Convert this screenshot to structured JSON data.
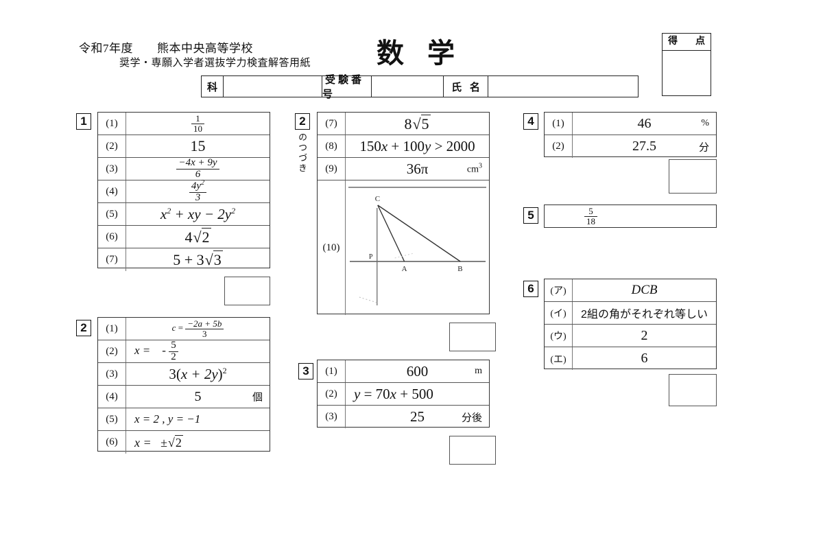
{
  "header": {
    "year_school_line": "令和7年度　　熊本中央高等学校",
    "exam_line": "奨学・専願入学者選抜学力検査解答用紙",
    "subject": "数 学",
    "score_label": "得　点",
    "fields": [
      {
        "caption": "科",
        "value": ""
      },
      {
        "caption": "受験番号",
        "value": ""
      },
      {
        "caption": "氏 名",
        "value": ""
      }
    ]
  },
  "blocks": {
    "b1": {
      "number": "1",
      "rows": [
        {
          "key": "(1)",
          "answer": "1/10",
          "unit": ""
        },
        {
          "key": "(2)",
          "answer": "15",
          "unit": ""
        },
        {
          "key": "(3)",
          "answer": "(-4x + 9y)/6",
          "unit": ""
        },
        {
          "key": "(4)",
          "answer": "4y²/3",
          "unit": ""
        },
        {
          "key": "(5)",
          "answer": "x² + xy − 2y²",
          "unit": ""
        },
        {
          "key": "(6)",
          "answer": "4√2",
          "unit": ""
        },
        {
          "key": "(7)",
          "answer": "5 + 3√3",
          "unit": ""
        }
      ]
    },
    "b2": {
      "number": "2",
      "rows": [
        {
          "key": "(1)",
          "answer": "c = (−2a + 5b)/3",
          "unit": ""
        },
        {
          "key": "(2)",
          "answer": "x =  - 5/2",
          "unit": ""
        },
        {
          "key": "(3)",
          "answer": "3(x + 2y)²",
          "unit": ""
        },
        {
          "key": "(4)",
          "answer": "5",
          "unit": "個"
        },
        {
          "key": "(5)",
          "answer": "x = 2      , y = −1",
          "unit": ""
        },
        {
          "key": "(6)",
          "answer": "x =  ±√2",
          "unit": ""
        }
      ]
    },
    "b2cont": {
      "number": "2",
      "vertical_label": "のつづき",
      "rows": [
        {
          "key": "(7)",
          "answer": "8√5",
          "unit": ""
        },
        {
          "key": "(8)",
          "answer": "150x + 100y > 2000",
          "unit": ""
        },
        {
          "key": "(9)",
          "answer": "36π",
          "unit": "cm³"
        },
        {
          "key": "(10)",
          "answer": "",
          "unit": ""
        }
      ],
      "figure": {
        "points": [
          "C",
          "P",
          "A",
          "B"
        ],
        "description": "triangle-construction-figure"
      }
    },
    "b3": {
      "number": "3",
      "rows": [
        {
          "key": "(1)",
          "answer": "600",
          "unit": "m"
        },
        {
          "key": "(2)",
          "answer": "y = 70x + 500",
          "unit": ""
        },
        {
          "key": "(3)",
          "answer": "25",
          "unit": "分後"
        }
      ]
    },
    "b4": {
      "number": "4",
      "rows": [
        {
          "key": "(1)",
          "answer": "46",
          "unit": "%"
        },
        {
          "key": "(2)",
          "answer": "27.5",
          "unit": "分"
        }
      ]
    },
    "b5": {
      "number": "5",
      "rows": [
        {
          "key": "",
          "answer": "5/18",
          "unit": ""
        }
      ]
    },
    "b6": {
      "number": "6",
      "rows": [
        {
          "key": "(ア)",
          "answer": "DCB",
          "unit": ""
        },
        {
          "key": "(イ)",
          "answer": "2組の角がそれぞれ等しい",
          "unit": ""
        },
        {
          "key": "(ウ)",
          "answer": "2",
          "unit": ""
        },
        {
          "key": "(エ)",
          "answer": "6",
          "unit": ""
        }
      ]
    }
  },
  "score_boxes": [
    {
      "name": "score-box-1",
      "value": ""
    },
    {
      "name": "score-box-2",
      "value": ""
    },
    {
      "name": "score-box-2-cont",
      "value": ""
    },
    {
      "name": "score-box-3",
      "value": ""
    },
    {
      "name": "score-box-4",
      "value": ""
    },
    {
      "name": "score-box-6",
      "value": ""
    }
  ],
  "colors": {
    "ink": "#111111",
    "rule": "#555555",
    "paper": "#ffffff"
  }
}
